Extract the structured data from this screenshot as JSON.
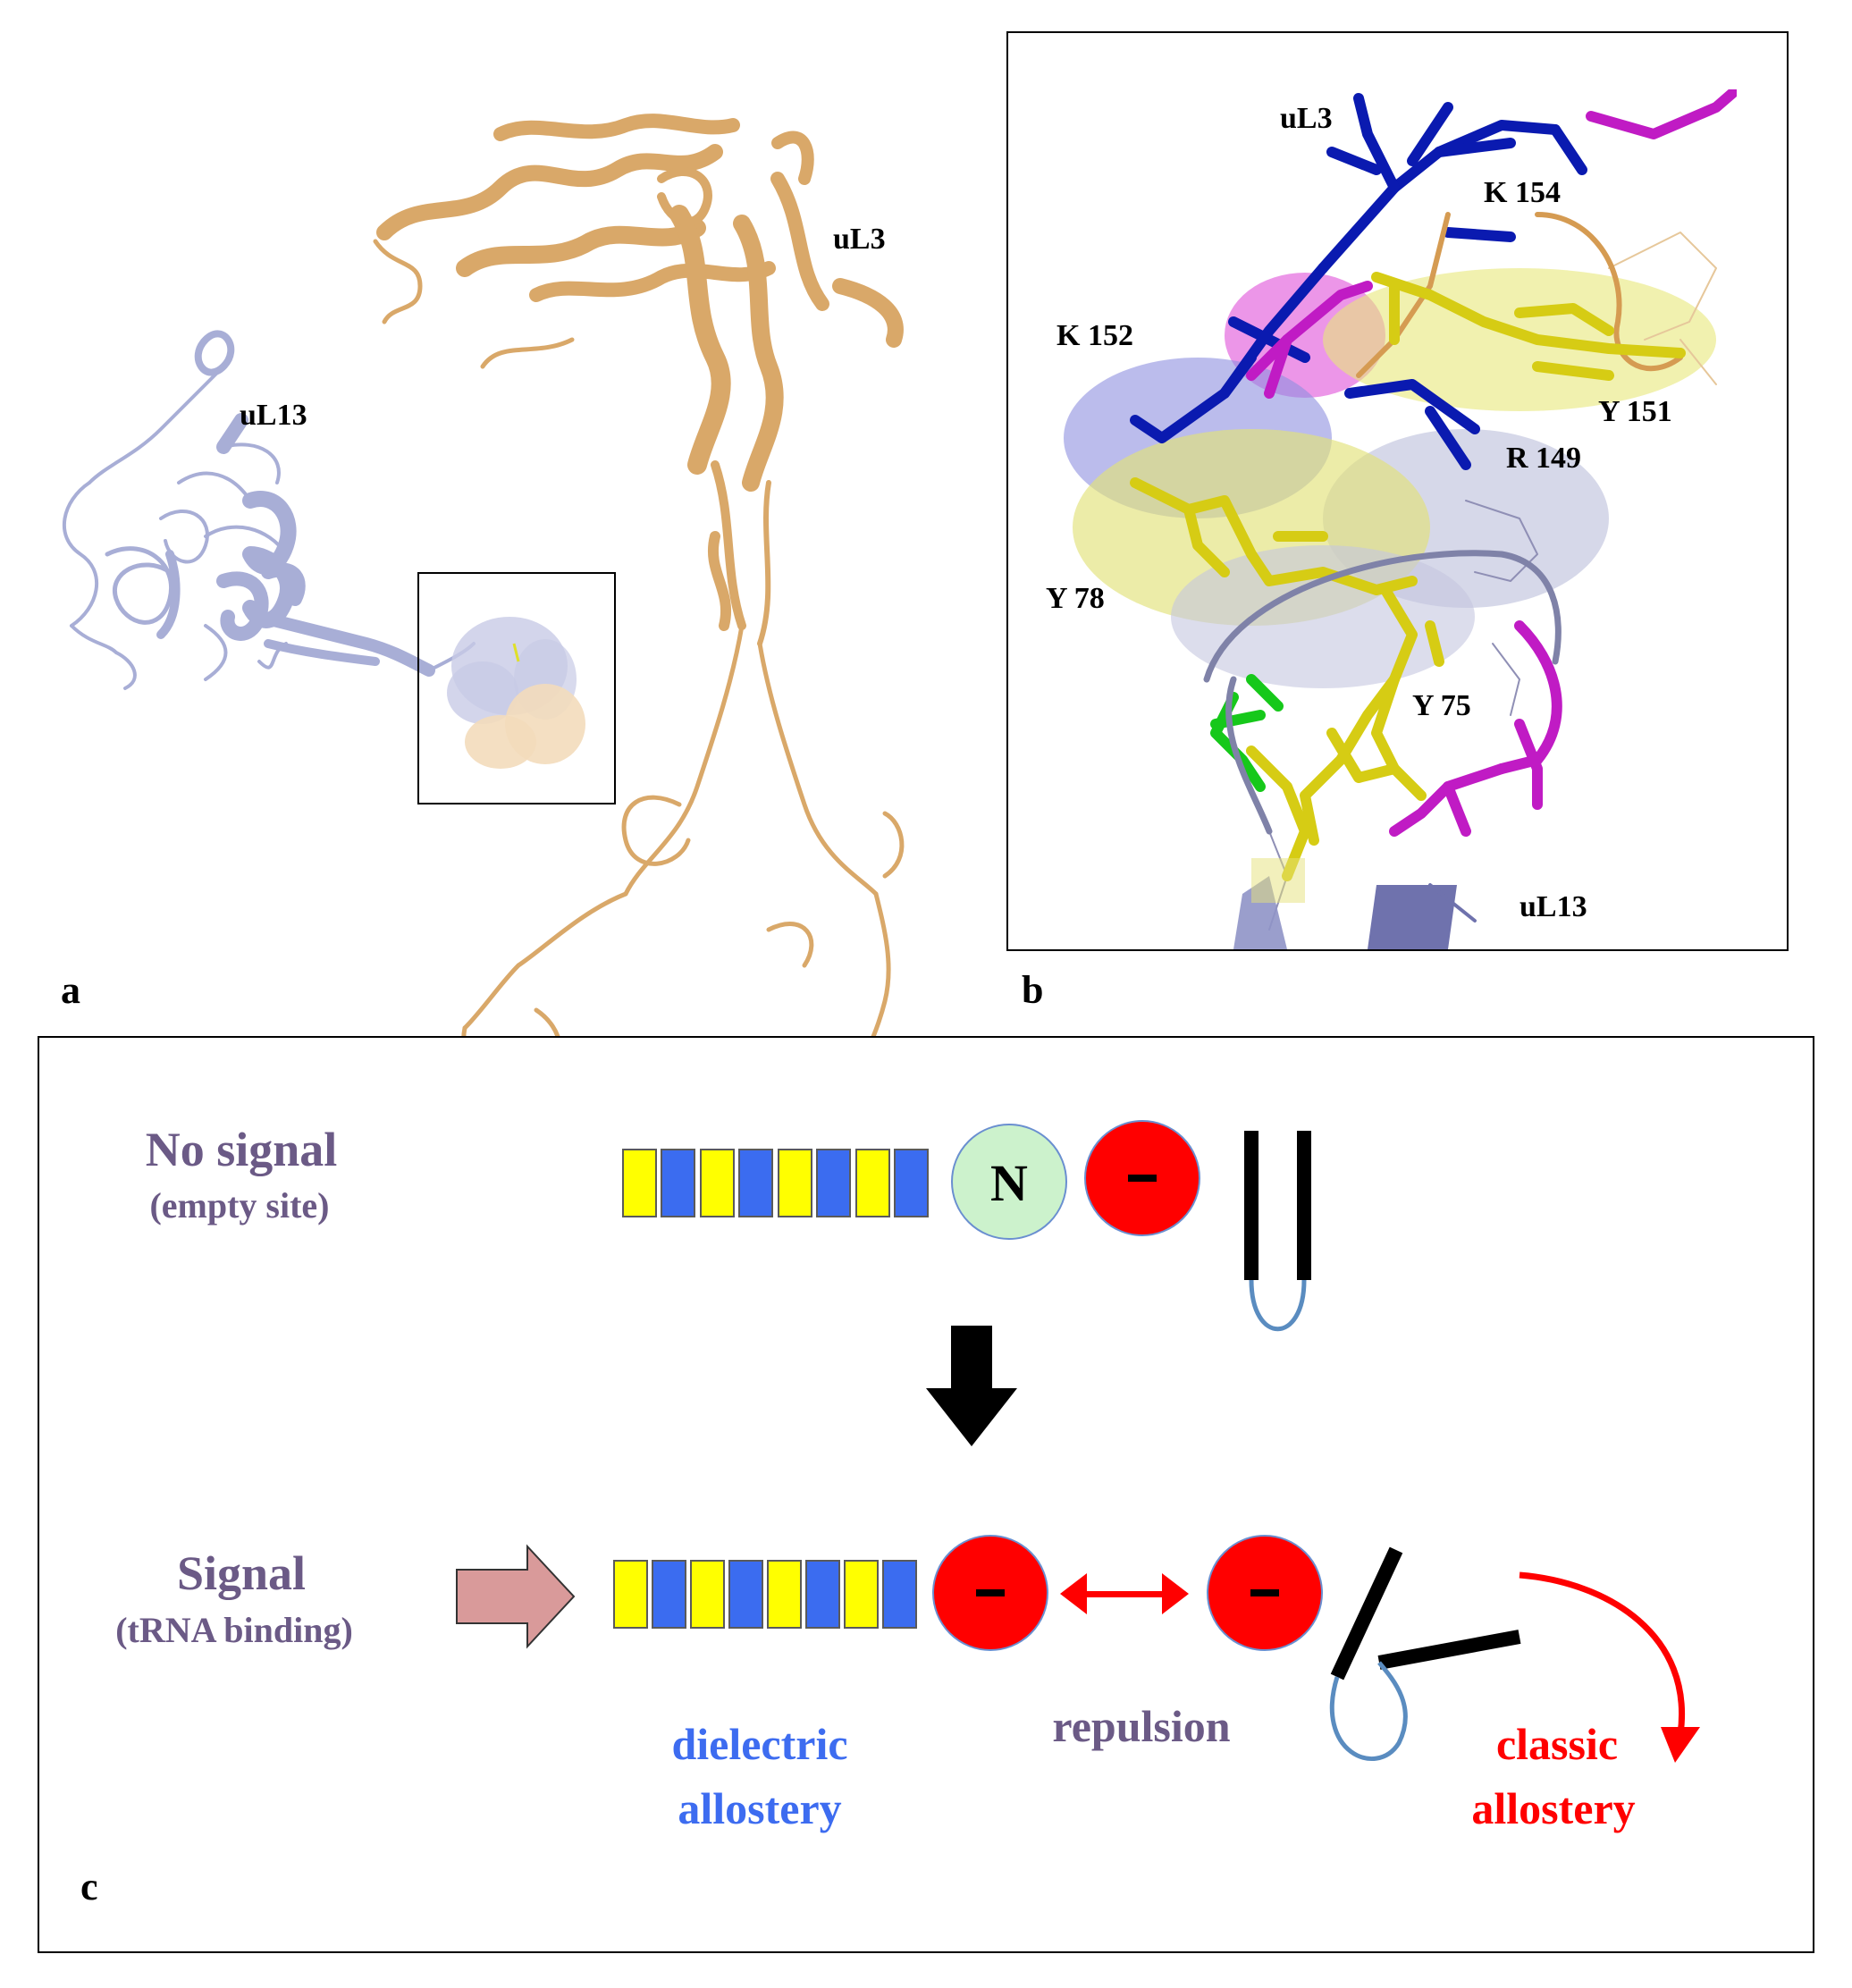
{
  "panel_a": {
    "letter": "a",
    "label_ul3": "uL3",
    "label_ul13": "uL13"
  },
  "panel_b": {
    "letter": "b",
    "residues": {
      "ul3": "uL3",
      "k154": "K 154",
      "k152": "K 152",
      "y151": "Y 151",
      "r149": "R 149",
      "y78": "Y 78",
      "y75": "Y 75",
      "ul13": "uL13"
    }
  },
  "panel_c": {
    "letter": "c",
    "no_signal_title": "No signal",
    "no_signal_sub": "(empty site)",
    "neutral_symbol": "N",
    "minus_symbol": "–",
    "signal_title": "Signal",
    "signal_sub": "(tRNA binding)",
    "dielectric_1": "dielectric",
    "dielectric_2": "allostery",
    "repulsion": "repulsion",
    "classic_1": "classic",
    "classic_2": "allostery"
  },
  "colors": {
    "ul3_protein": "#e3b77c",
    "ul13_protein": "#aab0d8",
    "stripe_yellow": "#ffff00",
    "stripe_blue": "#3b6cf0",
    "neutral_fill": "#ccf2cc",
    "charge_red": "#ff0000",
    "label_purple": "#6b5a86",
    "dielectric_blue": "#3d6cf0",
    "arrow_pink": "#d99a9a",
    "loop_blue": "#5a8cc0"
  }
}
